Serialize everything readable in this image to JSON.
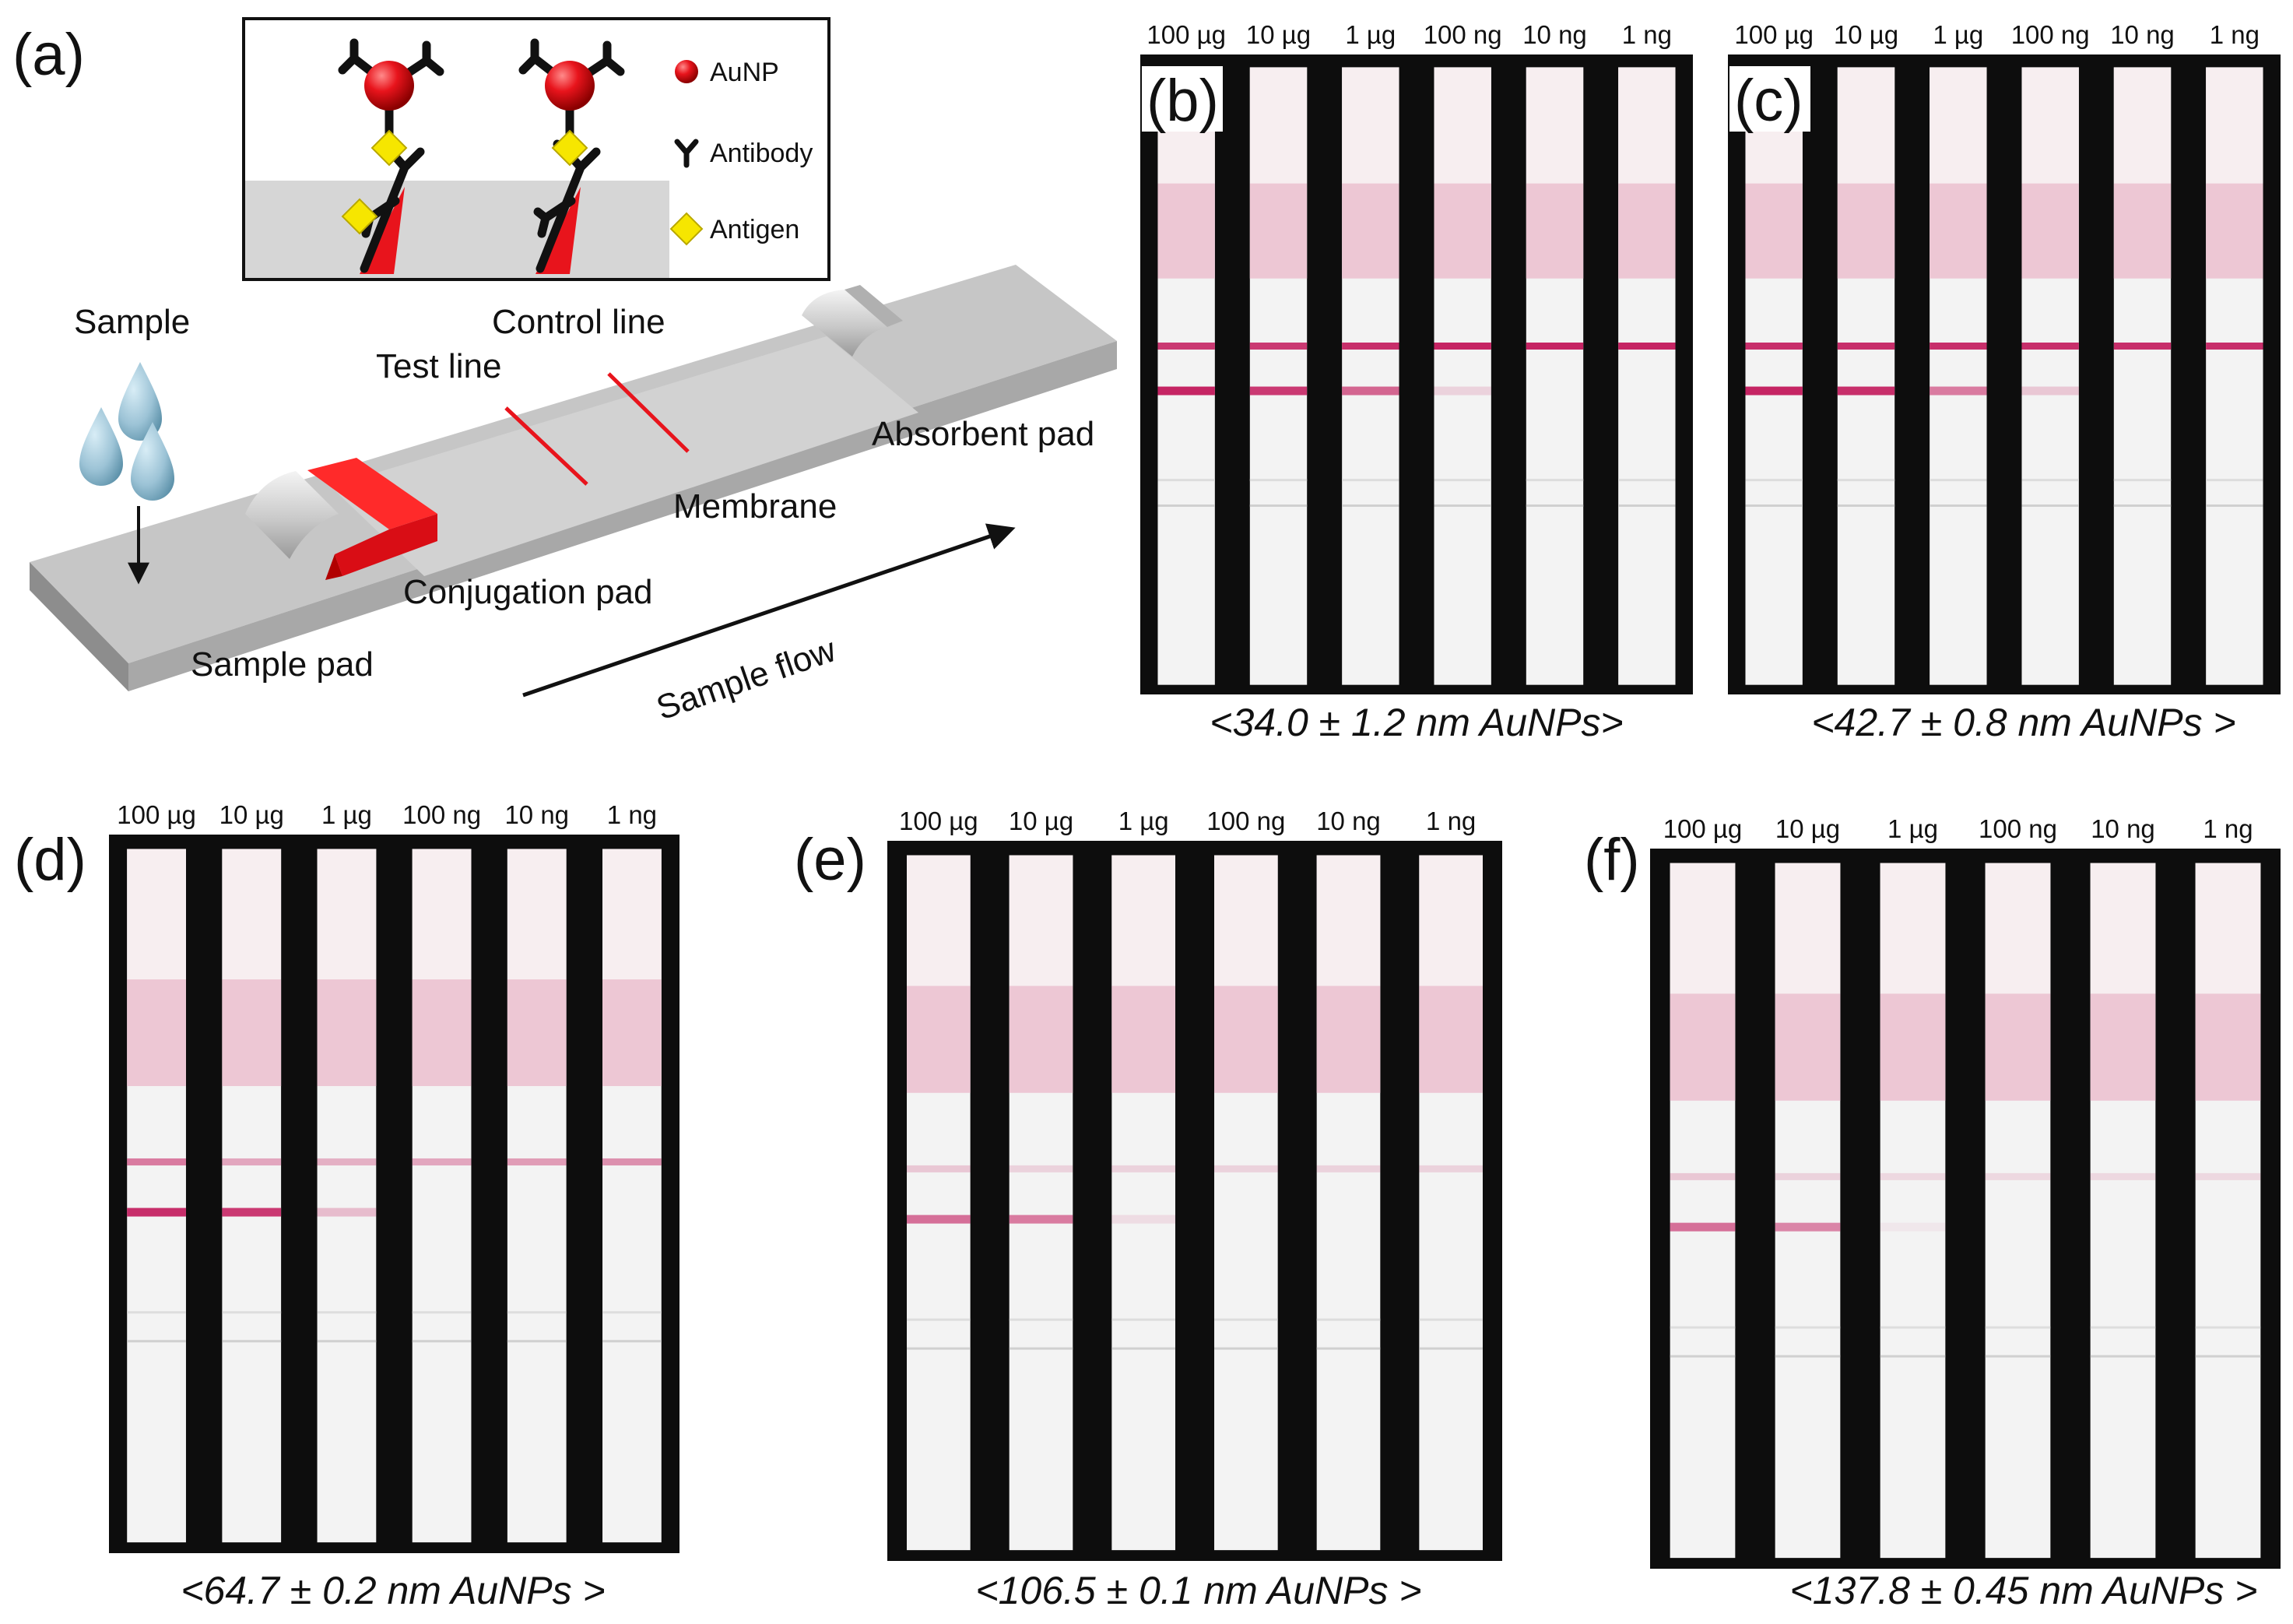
{
  "panel_a": {
    "tag": "(a)",
    "legend": {
      "aunp": "AuNP",
      "antibody": "Antibody",
      "antigen": "Antigen"
    },
    "labels": {
      "sample": "Sample",
      "test_line": "Test line",
      "control_line": "Control line",
      "absorbent_pad": "Absorbent pad",
      "membrane": "Membrane",
      "conjugation_pad": "Conjugation pad",
      "sample_pad": "Sample pad",
      "sample_flow": "Sample flow"
    }
  },
  "concentrations": [
    "100 µg",
    "10 µg",
    "1 µg",
    "100 ng",
    "10 ng",
    "1 ng"
  ],
  "panels": [
    {
      "tag": "(b)",
      "caption": "<34.0 ± 1.2 nm AuNPs>",
      "test_line_intensity": [
        0.95,
        0.85,
        0.65,
        0.15,
        0.0,
        0.0
      ],
      "control_line_intensity": [
        0.85,
        0.85,
        0.9,
        0.95,
        0.95,
        0.95
      ]
    },
    {
      "tag": "(c)",
      "caption": "<42.7 ± 0.8 nm AuNPs  >",
      "test_line_intensity": [
        0.95,
        0.9,
        0.55,
        0.2,
        0.0,
        0.0
      ],
      "control_line_intensity": [
        0.9,
        0.9,
        0.9,
        0.9,
        0.9,
        0.9
      ]
    },
    {
      "tag": "(d)",
      "caption": "<64.7 ± 0.2 nm AuNPs  >",
      "test_line_intensity": [
        0.9,
        0.85,
        0.25,
        0.0,
        0.0,
        0.0
      ],
      "control_line_intensity": [
        0.55,
        0.35,
        0.3,
        0.35,
        0.4,
        0.45
      ]
    },
    {
      "tag": "(e)",
      "caption": "<106.5 ± 0.1 nm AuNPs  >",
      "test_line_intensity": [
        0.6,
        0.55,
        0.1,
        0.0,
        0.0,
        0.0
      ],
      "control_line_intensity": [
        0.2,
        0.15,
        0.15,
        0.15,
        0.15,
        0.15
      ]
    },
    {
      "tag": "(f)",
      "caption": "<137.8 ± 0.45 nm AuNPs  >",
      "test_line_intensity": [
        0.6,
        0.5,
        0.05,
        0.0,
        0.0,
        0.0
      ],
      "control_line_intensity": [
        0.2,
        0.15,
        0.12,
        0.12,
        0.12,
        0.12
      ]
    }
  ],
  "colors": {
    "red": "#e8141c",
    "photo_bg": "#0d0d0d",
    "strip": "#f3f3f3",
    "pad": "#f7eef0",
    "line": "#c2185b",
    "drop": "#9cc3d6"
  }
}
